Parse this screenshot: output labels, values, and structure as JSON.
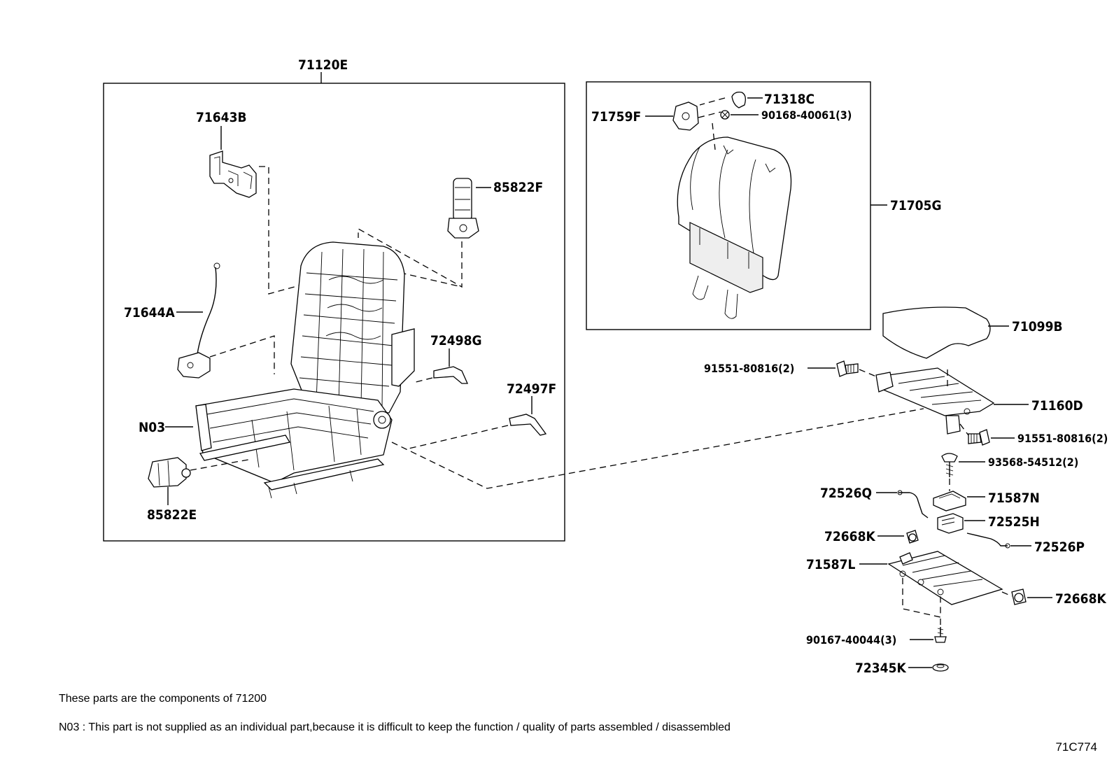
{
  "labels": {
    "p71120E": "71120E",
    "p71643B": "71643B",
    "p85822F": "85822F",
    "p71644A": "71644A",
    "p72498G": "72498G",
    "p72497F": "72497F",
    "pN03": "N03",
    "p85822E": "85822E",
    "p71759F": "71759F",
    "p71318C": "71318C",
    "p90168": "90168-40061(3)",
    "p71705G": "71705G",
    "p71099B": "71099B",
    "p91551a": "91551-80816(2)",
    "p71160D": "71160D",
    "p91551b": "91551-80816(2)",
    "p93568": "93568-54512(2)",
    "p72526Q": "72526Q",
    "p71587N": "71587N",
    "p72525H": "72525H",
    "p72668Ka": "72668K",
    "p72526P": "72526P",
    "p71587L": "71587L",
    "p72668Kb": "72668K",
    "p90167": "90167-40044(3)",
    "p72345K": "72345K"
  },
  "notes": {
    "components": "These parts are the components of  71200",
    "n03": "N03 : This part is not supplied as an individual part,because it is difficult to keep the function / quality of parts assembled / disassembled"
  },
  "figure_code": "71C774"
}
